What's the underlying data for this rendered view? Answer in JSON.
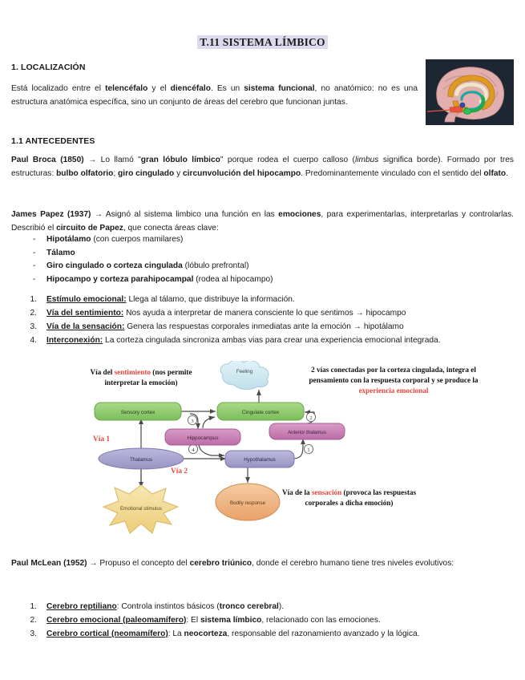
{
  "document": {
    "title": "T.11 SISTEMA LÍMBICO"
  },
  "sections": {
    "localizacion": {
      "heading": "1. LOCALIZACIÓN",
      "paragraph_parts": [
        {
          "t": "Está localizado entre el ",
          "b": false
        },
        {
          "t": "telencéfalo",
          "b": true
        },
        {
          "t": " y el ",
          "b": false
        },
        {
          "t": "diencéfalo",
          "b": true
        },
        {
          "t": ". Es un ",
          "b": false
        },
        {
          "t": "sistema funcional",
          "b": true
        },
        {
          "t": ", no anatómico: no es una estructura anatómica específica, sino un conjunto de áreas del cerebro que funcionan juntas.",
          "b": false
        }
      ]
    },
    "antecedentes": {
      "heading": "1.1 ANTECEDENTES",
      "broca": [
        {
          "t": "Paul Broca (1850)",
          "b": true
        },
        {
          "t": " → Lo llamó \"",
          "b": false
        },
        {
          "t": "gran lóbulo límbico",
          "b": true
        },
        {
          "t": "\" porque rodea el cuerpo calloso (",
          "b": false
        },
        {
          "t": "limbus",
          "b": false,
          "i": true
        },
        {
          "t": " significa borde). Formado por tres estructuras: ",
          "b": false
        },
        {
          "t": "bulbo olfatorio",
          "b": true
        },
        {
          "t": "; ",
          "b": false
        },
        {
          "t": "giro cingulado",
          "b": true
        },
        {
          "t": " y ",
          "b": false
        },
        {
          "t": "circunvolución del hipocampo",
          "b": true
        },
        {
          "t": ". Predominantemente vinculado con el sentido del ",
          "b": false
        },
        {
          "t": "olfato",
          "b": true
        },
        {
          "t": ".",
          "b": false
        }
      ],
      "papez": [
        {
          "t": "James Papez (1937)",
          "b": true
        },
        {
          "t": " → Asignó al sistema limbico una función en las ",
          "b": false
        },
        {
          "t": "emociones",
          "b": true
        },
        {
          "t": ", para experimentarlas, interpretarlas y controlarlas. Describió el ",
          "b": false
        },
        {
          "t": "circuito de Papez",
          "b": true
        },
        {
          "t": ", que conecta áreas clave:",
          "b": false
        }
      ],
      "papez_areas": [
        [
          {
            "t": "Hipotálamo",
            "b": true
          },
          {
            "t": " (con cuerpos mamilares)",
            "b": false
          }
        ],
        [
          {
            "t": "Tálamo",
            "b": true
          }
        ],
        [
          {
            "t": "Giro cingulado o corteza cingulada",
            "b": true
          },
          {
            "t": " (lóbulo prefrontal)",
            "b": false
          }
        ],
        [
          {
            "t": "Hipocampo y corteza parahipocampal",
            "b": true
          },
          {
            "t": " (rodea al hipocampo)",
            "b": false
          }
        ]
      ],
      "papez_steps": [
        {
          "num": "1.",
          "term": "Estímulo emocional:",
          "rest": " Llega al tálamo, que distribuye la información."
        },
        {
          "num": "2.",
          "term": "Vía del sentimiento:",
          "rest": " Nos ayuda a interpretar de manera consciente lo que sentimos → hipocampo"
        },
        {
          "num": "3.",
          "term": "Vía de la sensación:",
          "rest": " Genera las respuestas corporales inmediatas ante la emoción → hipotálamo"
        },
        {
          "num": "4.",
          "term": "Interconexión:",
          "rest": " La corteza cingulada sincroniza ambas vias para crear una experiencia emocional integrada."
        }
      ]
    },
    "mclean": {
      "paragraph": [
        {
          "t": "Paul McLean (1952)",
          "b": true
        },
        {
          "t": " → Propuso el concepto del ",
          "b": false
        },
        {
          "t": "cerebro triúnico",
          "b": true
        },
        {
          "t": ", donde el cerebro humano tiene tres niveles evolutivos:",
          "b": false
        }
      ],
      "levels": [
        {
          "num": "1.",
          "term": "Cerebro reptiliano",
          "rest_a": ": Controla instintos básicos (",
          "bold_b": "tronco cerebral",
          "rest_b": ")."
        },
        {
          "num": "2.",
          "term": "Cerebro emocional (paleomamífero)",
          "rest_a": ": El ",
          "bold_b": "sistema límbico",
          "rest_b": ", relacionado con las emociones."
        },
        {
          "num": "3.",
          "term": "Cerebro cortical (neomamífero)",
          "rest_a": ": La ",
          "bold_b": "neocorteza",
          "rest_b": ", responsable del razonamiento avanzado y la lógica."
        }
      ]
    }
  },
  "diagram": {
    "type": "flow",
    "caption_image": "papez-circuit-diagram",
    "nodes": [
      {
        "id": "feeling",
        "label": "Feeling",
        "shape": "cloud",
        "color": "#cfe8f0"
      },
      {
        "id": "sensory_cortex",
        "label": "Sensory cortex",
        "shape": "rounded",
        "color": "#8cc96a"
      },
      {
        "id": "cingulate_cortex",
        "label": "Cingulate cortex",
        "shape": "rounded",
        "color": "#8cc96a"
      },
      {
        "id": "hippocampus",
        "label": "Hippocampus",
        "shape": "rounded",
        "color": "#c77bb0"
      },
      {
        "id": "anterior_thalamus",
        "label": "Anterior thalamus",
        "shape": "rounded",
        "color": "#c77bb0"
      },
      {
        "id": "thalamus",
        "label": "Thalamus",
        "shape": "ellipse",
        "color": "#a9a6cd"
      },
      {
        "id": "hypothalamus",
        "label": "Hypothalamus",
        "shape": "rounded",
        "color": "#a9a6cd"
      },
      {
        "id": "emotional_stimulus",
        "label": "Emotional stimulus",
        "shape": "starburst",
        "color": "#f2da9a"
      },
      {
        "id": "bodily_response",
        "label": "Bodily response",
        "shape": "ellipse",
        "color": "#efb183"
      }
    ],
    "step_markers": [
      "1",
      "2",
      "3",
      "4"
    ],
    "annotations": {
      "sentimiento": {
        "pre": "Vía del ",
        "red": "sentimiento",
        "post": " (nos permite interpretar la emoción)"
      },
      "cingulada": {
        "pre": "2 vías conectadas por la corteza cingulada, integra el pensamiento con la respuesta corporal y se produce la ",
        "red": "experiencia emocional",
        "marker": "2"
      },
      "sensacion": {
        "pre": "Vía de la ",
        "red": "sensación",
        "post": " (provoca las respuestas corporales a dicha emoción)"
      },
      "via1": "Vía 1",
      "via2": "Vía 2"
    }
  },
  "colors": {
    "title_highlight": "#dedaee",
    "accent_red": "#e8453c",
    "green_node": "#8cc96a",
    "pink_node": "#c77bb0",
    "purple_node": "#a9a6cd",
    "orange_node": "#efb183",
    "yellow_node": "#f2da9a",
    "cloud_blue": "#cfe8f0"
  }
}
